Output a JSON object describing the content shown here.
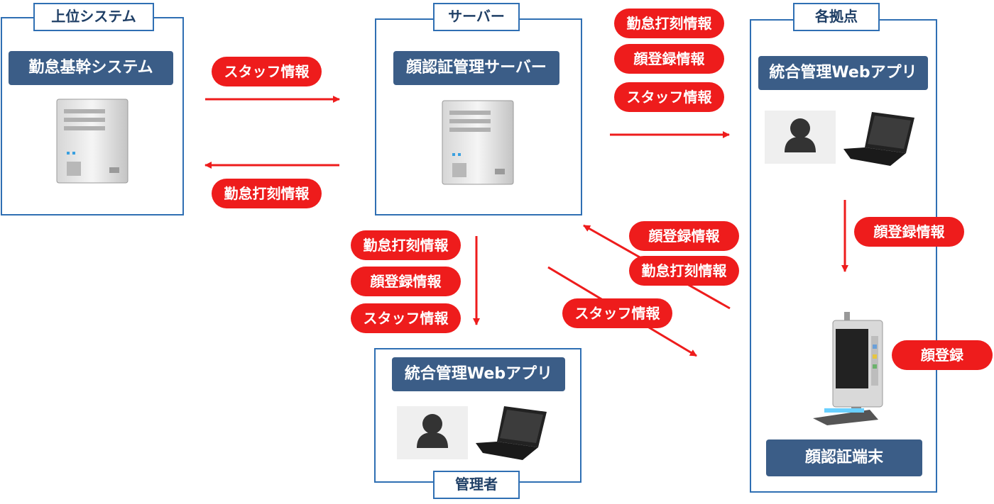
{
  "groups": {
    "upper": {
      "title": "上位システム",
      "node": "勤怠基幹システム"
    },
    "server": {
      "title": "サーバー",
      "node": "顔認証管理サーバー"
    },
    "admin": {
      "title": "管理者",
      "node": "統合管理Webアプリ"
    },
    "sites": {
      "title": "各拠点",
      "node": "統合管理Webアプリ",
      "terminal": "顔認証端末"
    }
  },
  "labels": {
    "upper_to_server": "スタッフ情報",
    "server_to_upper": "勤怠打刻情報",
    "server_to_sites": [
      "勤怠打刻情報",
      "顔登録情報",
      "スタッフ情報"
    ],
    "server_to_admin": [
      "勤怠打刻情報",
      "顔登録情報",
      "スタッフ情報"
    ],
    "sites_to_server": [
      "顔登録情報",
      "勤怠打刻情報"
    ],
    "admin_to_sites": "スタッフ情報",
    "site_app_to_terminal": "顔登録情報",
    "terminal_action": "顔登録"
  },
  "colors": {
    "accent": "#ee1c1c",
    "border": "#2f6fb3",
    "node": "#3b5d87"
  },
  "icons": [
    "server-icon",
    "person-icon",
    "laptop-icon",
    "face-terminal-icon"
  ]
}
